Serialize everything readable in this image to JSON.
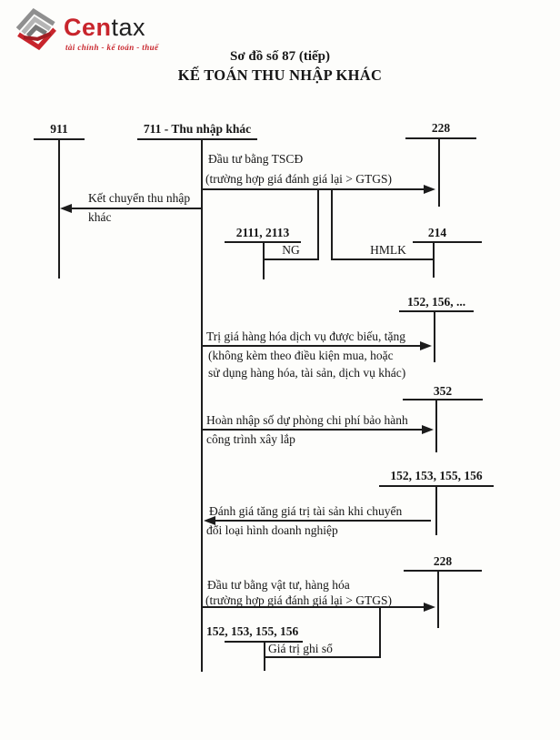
{
  "logo": {
    "cen": "Cen",
    "tax": "tax",
    "tagline": "tài chính - kế toán - thuế"
  },
  "colors": {
    "accent": "#c8252c",
    "ink": "#1c1c1c",
    "gray": "#9a9a9a"
  },
  "title": {
    "line1": "Sơ đồ số 87 (tiếp)",
    "line2": "KẾ TOÁN THU NHẬP KHÁC"
  },
  "accounts": {
    "a911": "911",
    "a711": "711 - Thu nhập khác",
    "a228_top": "228",
    "a2111_2113": "2111, 2113",
    "ng": "NG",
    "a214": "214",
    "hmlk": "HMLK",
    "a152_156": "152, 156, ...",
    "a352": "352",
    "a152_153_155_156_mid": "152, 153, 155, 156",
    "a228_bottom": "228",
    "a152_153_155_156_bottom": "152, 153, 155, 156",
    "book_value": "Giá trị ghi sổ"
  },
  "flows": {
    "transfer": {
      "line1": "Kết chuyển thu nhập",
      "line2": "khác"
    },
    "invest_tscd": {
      "line1": "Đầu tư bằng TSCĐ",
      "line2": "(trường hợp giá đánh giá lại > GTGS)"
    },
    "gift_goods": {
      "line1": "Trị giá hàng hóa dịch vụ được biếu, tặng",
      "line2": "(không kèm theo điều kiện mua, hoặc",
      "line3": "sử dụng hàng hóa, tài sản, dịch vụ khác)"
    },
    "warranty_reversal": {
      "line1": "Hoàn nhập số dự phòng chi phí bảo hành",
      "line2": "công trình xây lắp"
    },
    "revaluation_up": {
      "line1": "Đánh giá tăng giá trị tài sản khi chuyển",
      "line2": "đổi loại hình doanh nghiệp"
    },
    "invest_materials": {
      "line1": "Đầu tư bằng vật tư, hàng hóa",
      "line2": "(trường hợp giá đánh giá lại > GTGS)"
    }
  }
}
